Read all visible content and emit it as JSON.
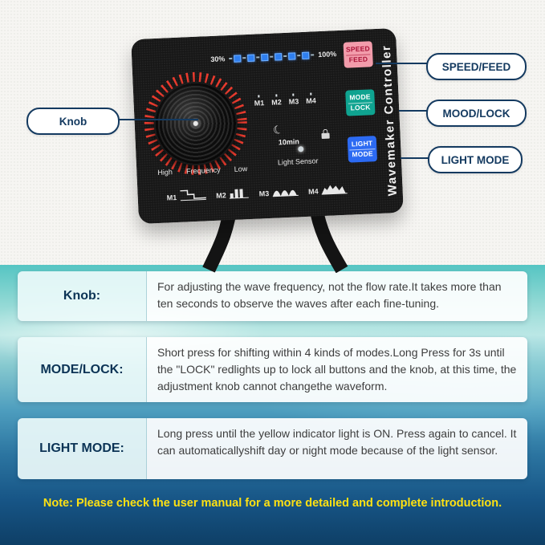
{
  "device": {
    "vertical_label": "Wavemaker Controller",
    "percent_low": "30%",
    "percent_high": "100%",
    "m_labels": [
      "M1",
      "M2",
      "M3",
      "M4"
    ],
    "buttons": {
      "speed_feed": {
        "line1": "SPEED",
        "line2": "FEED"
      },
      "mode_lock": {
        "line1": "MODE",
        "line2": "LOCK"
      },
      "light_mode": {
        "line1": "LIGHT",
        "line2": "MODE"
      }
    },
    "knob_labels": {
      "high": "High",
      "frequency": "Frequency",
      "low": "Low"
    },
    "timer_label": "10min",
    "light_sensor_label": "Light Sensor",
    "wave_labels": [
      "M1",
      "M2",
      "M3",
      "M4"
    ],
    "icons": {
      "moon": "☾"
    }
  },
  "callouts": {
    "knob": "Knob",
    "speed_feed": "SPEED/FEED",
    "mood_lock": "MOOD/LOCK",
    "light_mode": "LIGHT MODE"
  },
  "table": {
    "rows": [
      {
        "label": "Knob:",
        "text": "For adjusting the wave frequency, not the flow rate.It takes more than ten seconds to observe the waves after each fine-tuning."
      },
      {
        "label": "MODE/LOCK:",
        "text": "Short press for shifting within 4 kinds of modes.Long Press for 3s until the \"LOCK\" redlights up to lock all buttons and the knob, at this time, the adjustment knob cannot changethe waveform."
      },
      {
        "label": "LIGHT MODE:",
        "text": "Long press until the yellow indicator light is ON. Press again to cancel. It can automaticallyshift day or night mode because of the light sensor."
      }
    ],
    "note": "Note: Please check the user manual for a more detailed and complete introduction."
  },
  "colors": {
    "speed_feed_bg": "#f29cab",
    "speed_feed_text": "#a81236",
    "mode_lock_bg": "#0fa390",
    "light_mode_bg": "#2c6af2",
    "led_blue": "#2f7ff0",
    "knob_tick_red": "#e93b2e",
    "callout_border": "#143a60",
    "note_text": "#ffe112"
  }
}
